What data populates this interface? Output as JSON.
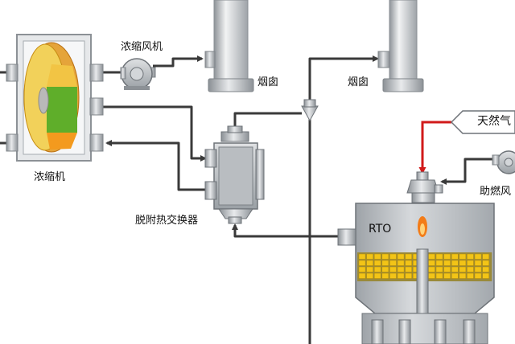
{
  "labels": {
    "concentrator_fan": "浓缩风机",
    "chimney_left": "烟囱",
    "chimney_right": "烟囱",
    "natural_gas": "天然气",
    "concentrator": "浓缩机",
    "desorption_heat_exchanger": "脱附热交换器",
    "combustion_fan": "助燃风",
    "rto": "RTO"
  },
  "colors": {
    "pipe": "#3a3a3a",
    "gas_line": "#d11a1a",
    "equipment_gray": "#b8bcc0",
    "equipment_dark": "#6e7378",
    "rotor_green": "#5fae2a",
    "rotor_orange": "#f39a1e",
    "rotor_yellow": "#f2d15a",
    "media_yellow": "#f2c417",
    "flame": "#f37c18"
  }
}
